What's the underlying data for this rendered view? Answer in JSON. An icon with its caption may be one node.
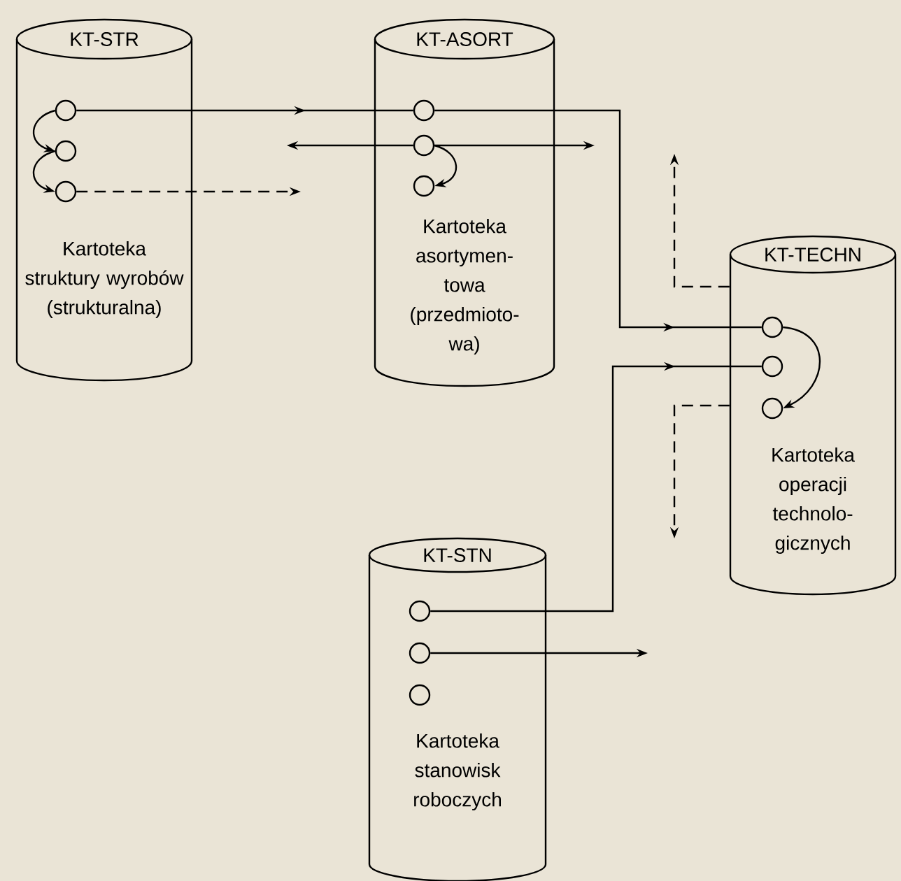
{
  "diagram": {
    "nodes": [
      {
        "text": [
          "KT-STR",
          "Kartoteka struktury wyrobów (strukturalna)"
        ]
      },
      {
        "text": [],
        "shape": "circle",
        "in": 0
      },
      {
        "text": [],
        "shape": "circle",
        "in": 0
      },
      {
        "text": [],
        "shape": "circle",
        "in": 0
      },
      {
        "text": [
          "KT-ASORT",
          "Kartoteka asortymen- towa (przedmioto- wa)"
        ]
      },
      {
        "text": [],
        "shape": "circle",
        "in": 4
      },
      {
        "text": [],
        "shape": "circle",
        "in": 4
      },
      {
        "text": [],
        "shape": "circle",
        "in": 4
      },
      {
        "text": [
          "KT-TECHN",
          "Kartoteka operacji technolo- gicznych"
        ]
      },
      {
        "text": [],
        "shape": "circle",
        "in": 8
      },
      {
        "text": [],
        "shape": "circle",
        "in": 8
      },
      {
        "text": [],
        "shape": "circle",
        "in": 8
      },
      {
        "text": [
          "KT-STN",
          "Kartoteka stanowisk roboczych"
        ]
      },
      {
        "text": [],
        "shape": "circle",
        "in": 12
      },
      {
        "text": [],
        "shape": "circle",
        "in": 12
      },
      {
        "text": [],
        "shape": "circle",
        "in": 12
      }
    ],
    "edges": [
      {
        "from": 1,
        "to": 2,
        "arrow": "to"
      },
      {
        "from": 2,
        "to": 3,
        "arrow": "to"
      },
      {
        "from": 1,
        "to": 5,
        "arrow": "to"
      },
      {
        "from": 6,
        "to": null,
        "arrow": "to"
      },
      {
        "from": 6,
        "to": null,
        "arrow": "to"
      },
      {
        "from": 3,
        "to": null,
        "arrow": "to",
        "style": "dashed"
      },
      {
        "from": 6,
        "to": 7,
        "arrow": "to"
      },
      {
        "from": 5,
        "to": 9,
        "arrow": "to"
      },
      {
        "from": 8,
        "to": null,
        "arrow": "to",
        "style": "dashed"
      },
      {
        "from": 8,
        "to": null,
        "arrow": "to",
        "style": "dashed"
      },
      {
        "from": 13,
        "to": 10,
        "arrow": "to"
      },
      {
        "from": 14,
        "to": null,
        "arrow": "to"
      },
      {
        "from": 9,
        "to": 11,
        "arrow": "to"
      }
    ]
  }
}
